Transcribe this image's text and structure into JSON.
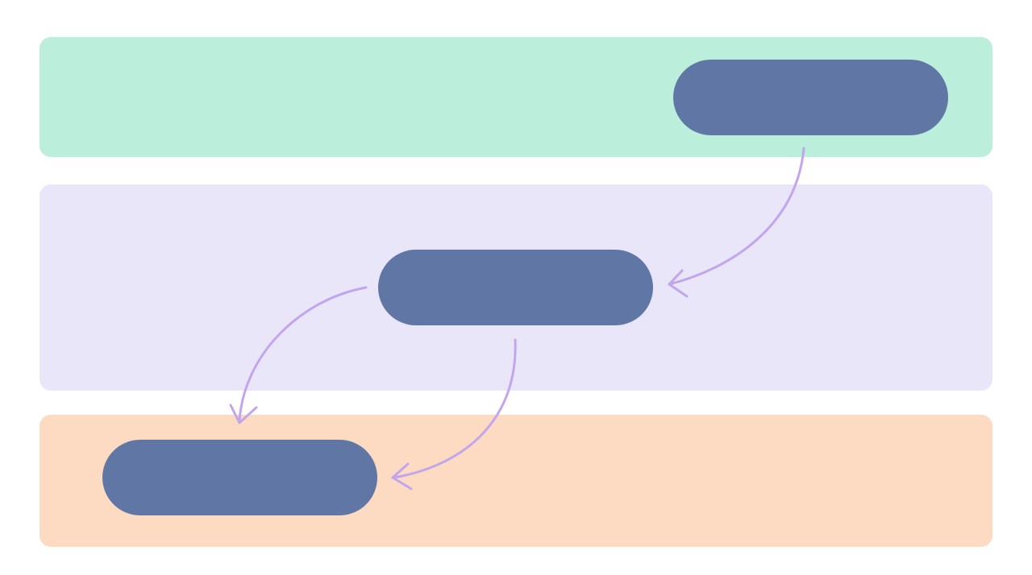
{
  "colors": {
    "background": "#ffffff",
    "node_fill": "#6077a5",
    "connector": "#c2a6ec"
  },
  "lanes": [
    {
      "id": "lane-1",
      "label": "",
      "color": "#bbeedb"
    },
    {
      "id": "lane-2",
      "label": "",
      "color": "#e9e6f9"
    },
    {
      "id": "lane-3",
      "label": "",
      "color": "#fddbc2"
    }
  ],
  "nodes": [
    {
      "id": "node-top",
      "lane": "lane-1",
      "label": ""
    },
    {
      "id": "node-middle",
      "lane": "lane-2",
      "label": ""
    },
    {
      "id": "node-bottom",
      "lane": "lane-3",
      "label": ""
    }
  ],
  "edges": [
    {
      "from": "node-top",
      "to": "node-middle"
    },
    {
      "from": "node-middle",
      "to": "node-bottom"
    },
    {
      "from": "node-middle",
      "to": "node-bottom"
    }
  ]
}
